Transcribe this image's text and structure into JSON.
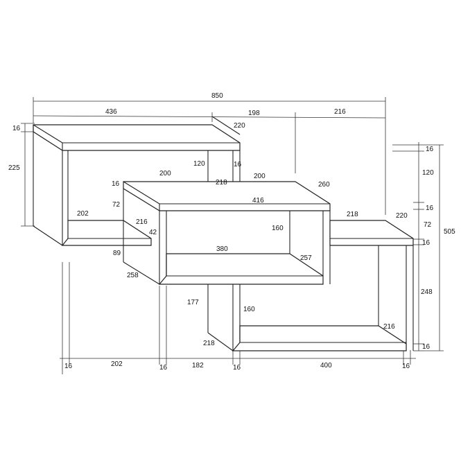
{
  "dimensions": {
    "total_width": "850",
    "top_shelf_width": "436",
    "gap_198": "198",
    "right_216": "216",
    "top_shelf_depth": "220",
    "top_thickness": "16",
    "left_height": "225",
    "mid_left_16": "16",
    "mid_200_left": "200",
    "mid_200_right": "200",
    "riser_120": "120",
    "riser_16": "16",
    "riser_218": "218",
    "mid_depth_260": "260",
    "mid_width_416": "416",
    "left_72": "72",
    "left_216": "216",
    "left_42": "42",
    "shelf_202": "202",
    "shelf_89": "89",
    "inner_160": "160",
    "inner_380": "380",
    "inner_257": "257",
    "box_258": "258",
    "right_218": "218",
    "right_220": "220",
    "r_16_a": "16",
    "r_120": "120",
    "r_16_b": "16",
    "r_72": "72",
    "r_16_c": "16",
    "r_505": "505",
    "r_248": "248",
    "r_16_d": "16",
    "low_177": "177",
    "low_160": "160",
    "low_218": "218",
    "low_216": "216",
    "b_16_a": "16",
    "b_202": "202",
    "b_16_b": "16",
    "b_182": "182",
    "b_16_c": "16",
    "b_400": "400",
    "b_16_d": "16"
  }
}
